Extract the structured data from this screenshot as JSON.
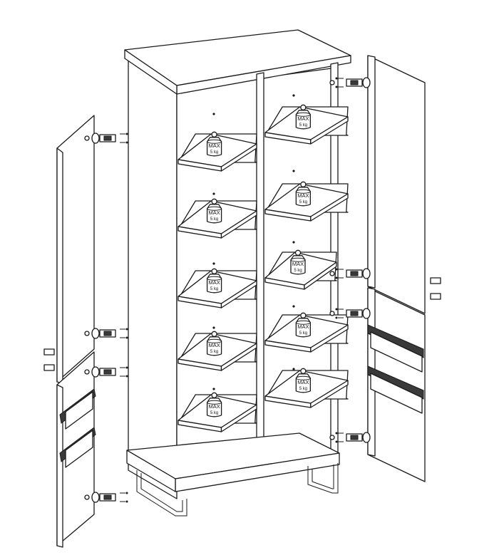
{
  "weight_label": {
    "line1": "MAX",
    "line2": "5 kg"
  },
  "shelves": {
    "left_count": 5,
    "right_count": 5
  },
  "colors": {
    "line": "#1a1a1a",
    "fill": "#ffffff"
  }
}
